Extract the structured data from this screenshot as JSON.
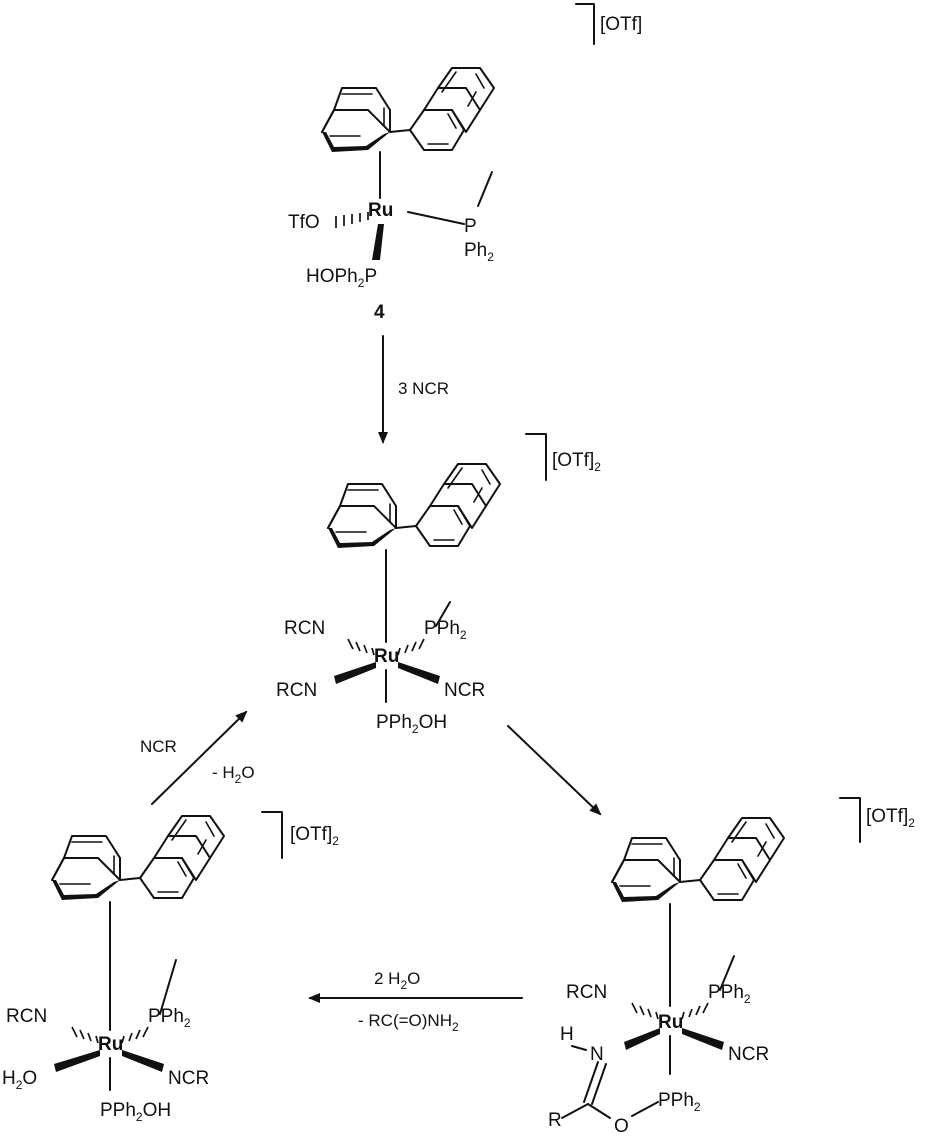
{
  "complex4": {
    "counterion": "[OTf]",
    "metal": "Ru",
    "triflate": "TfO",
    "phosphine": "P",
    "phenyl2": "Ph",
    "phenyl2_sub": "2",
    "hophos_a": "HOPh",
    "hophos_sub": "2",
    "hophos_b": "P",
    "compound_number": "4"
  },
  "arrow_down": {
    "label": "3 NCR"
  },
  "complex_top": {
    "counterion_main": "[OTf]",
    "counterion_sub": "2",
    "metal": "Ru",
    "ligand_rcn_1": "RCN",
    "ligand_rcn_2": "RCN",
    "ligand_ncr": "NCR",
    "pph2_a": "PPh",
    "pph2_sub": "2",
    "pph2oh_a": "PPh",
    "pph2oh_sub": "2",
    "pph2oh_b": "OH"
  },
  "arrow_left_up": {
    "label_1": "NCR",
    "label_2_a": "- H",
    "label_2_sub": "2",
    "label_2_b": "O"
  },
  "complex_right": {
    "counterion_main": "[OTf]",
    "counterion_sub": "2",
    "metal": "Ru",
    "ligand_rcn": "RCN",
    "ligand_ncr": "NCR",
    "pph2_a": "PPh",
    "pph2_sub": "2",
    "amide_h": "H",
    "amide_n": "N",
    "amide_r": "R",
    "amide_o": "O",
    "pph2_b": "PPh",
    "pph2_b_sub": "2"
  },
  "arrow_bottom": {
    "label_1_a": "2 H",
    "label_1_sub": "2",
    "label_1_b": "O",
    "label_2_a": "- RC(=O)NH",
    "label_2_sub": "2"
  },
  "complex_left": {
    "counterion_main": "[OTf]",
    "counterion_sub": "2",
    "metal": "Ru",
    "ligand_rcn": "RCN",
    "ligand_h2o_a": "H",
    "ligand_h2o_sub": "2",
    "ligand_h2o_b": "O",
    "ligand_ncr": "NCR",
    "pph2_a": "PPh",
    "pph2_sub": "2",
    "pph2oh_a": "PPh",
    "pph2oh_sub": "2",
    "pph2oh_b": "OH"
  }
}
